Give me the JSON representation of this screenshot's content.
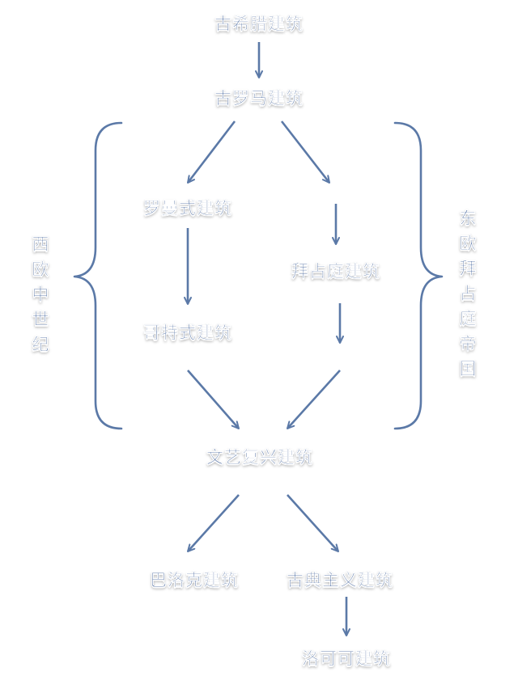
{
  "colors": {
    "text": "#2b4f8c",
    "line": "#5b79a7"
  },
  "nodes": {
    "ancient_greek": "古希腊建筑",
    "ancient_roman": "古罗马建筑",
    "romanesque": "罗曼式建筑",
    "byzantine": "拜占庭建筑",
    "gothic": "哥特式建筑",
    "renaissance": "文艺复兴建筑",
    "baroque": "巴洛克建筑",
    "classicism": "古典主义建筑",
    "rococo": "洛可可建筑"
  },
  "groups": {
    "western_medieval": "西欧中世纪",
    "eastern_byzantine": "东欧拜占庭帝国"
  }
}
